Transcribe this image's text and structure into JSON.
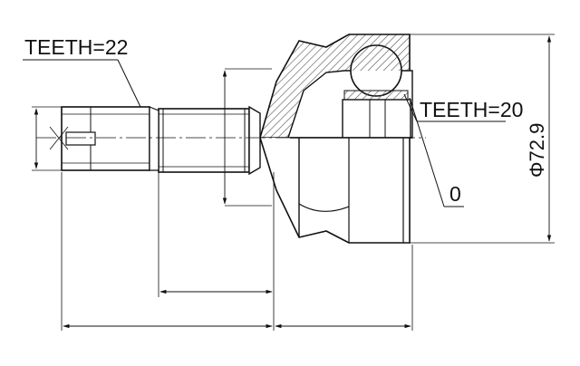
{
  "annotations": {
    "teeth_left": "TEETH=22",
    "teeth_right": "TEETH=20",
    "zero_label": "0",
    "diameter": "Φ72.9"
  },
  "colors": {
    "line": "#111111",
    "hatch": "#555555",
    "background": "#ffffff"
  }
}
